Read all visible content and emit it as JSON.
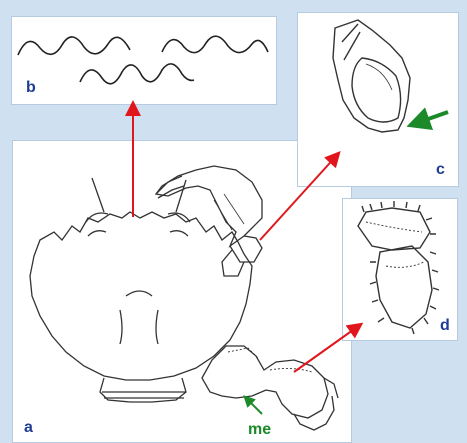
{
  "panels": {
    "a": {
      "label": "a"
    },
    "b": {
      "label": "b"
    },
    "c": {
      "label": "c"
    },
    "d": {
      "label": "d"
    }
  },
  "annotations": {
    "me": {
      "label": "me"
    }
  },
  "colors": {
    "background": "#cfe0f1",
    "panel_border": "#b6cbe0",
    "label_blue": "#1f3d95",
    "label_green": "#1d8a2a",
    "arrow_red": "#e0161c",
    "arrow_green": "#1d8a2a",
    "line": "#222222"
  }
}
